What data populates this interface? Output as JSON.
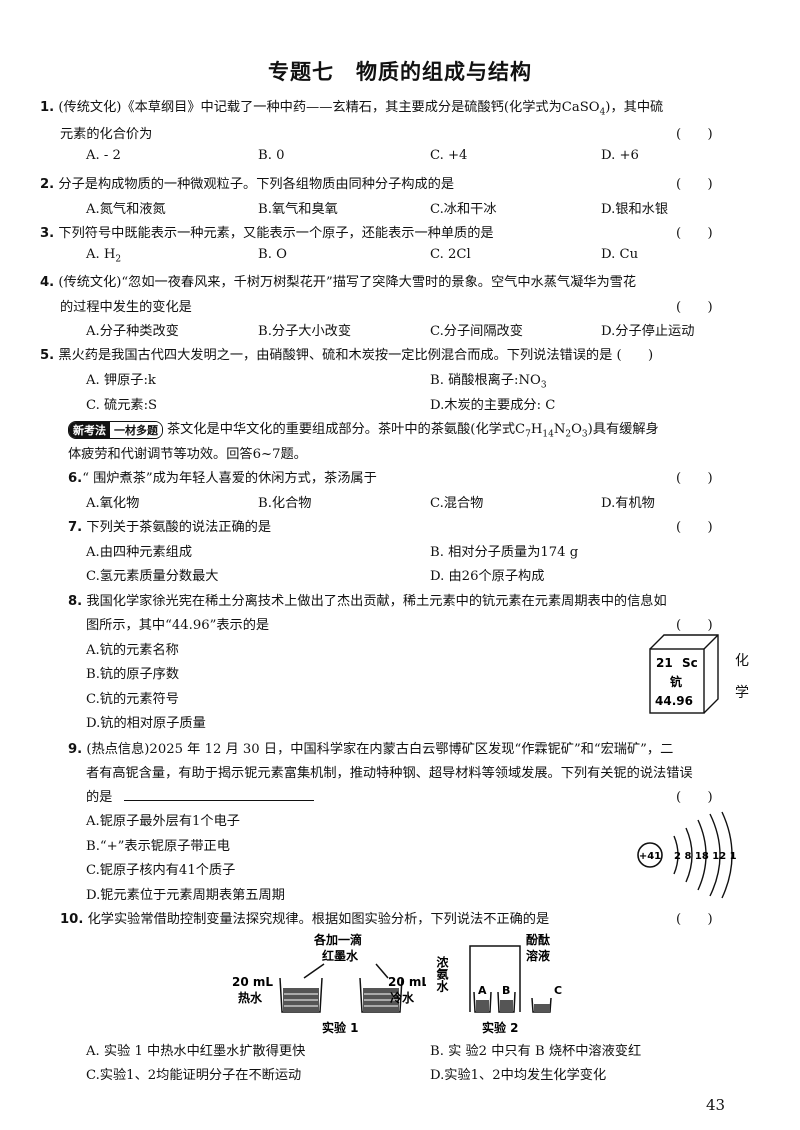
{
  "title": "专题七　物质的组成与结构",
  "paren": "(　　)",
  "q1": {
    "num": "1.",
    "line1": "(传统文化)《本草纲目》中记载了一种中药——玄精石，其主要成分是硫酸钙(化学式为CaSO",
    "sub": "4",
    "line1_end": ")，其中硫",
    "line2": "元素的化合价为",
    "options": [
      "A. - 2",
      "B.  0",
      "C.  +4",
      "D.  +6"
    ]
  },
  "q2": {
    "num": "2.",
    "text": "分子是构成物质的一种微观粒子。下列各组物质由同种分子构成的是",
    "options": [
      "A.氮气和液氮",
      "B.氧气和臭氧",
      "C.冰和干冰",
      "D.银和水银"
    ]
  },
  "q3": {
    "num": "3.",
    "text": "下列符号中既能表示一种元素，又能表示一个原子，还能表示一种单质的是",
    "options": [
      "A.  H",
      "B.  O",
      "C.  2Cl",
      "D.  Cu"
    ],
    "opt_a_sub": "2"
  },
  "q4": {
    "num": "4.",
    "line1": "(传统文化)“忽如一夜春风来，千树万树梨花开”描写了突降大雪时的景象。空气中水蒸气凝华为雪花",
    "line2": "的过程中发生的变化是",
    "options": [
      "A.分子种类改变",
      "B.分子大小改变",
      "C.分子间隔改变",
      "D.分子停止运动"
    ]
  },
  "q5": {
    "num": "5.",
    "text": "黑火药是我国古代四大发明之一，由硝酸钾、硫和木炭按一定比例混合而成。下列说法错误的是 (　　)",
    "options": [
      "A. 钾原子:k",
      "B.  硝酸根离子:NO",
      "C.  硫元素:S",
      "D.木炭的主要成分: C"
    ],
    "opt_b_sub": "3"
  },
  "shared": {
    "badge1": "新考法",
    "badge2": "一材多题",
    "line1": "茶文化是中华文化的重要组成部分。茶叶中的茶氨酸(化学式C",
    "f1": "7",
    "f_h": "H",
    "f2": "14",
    "f_n": "N",
    "f3": "2",
    "f_o": "O",
    "f4": "3",
    "line1_end": ")具有缓解身",
    "line2": "体疲劳和代谢调节等功效。回答6~7题。"
  },
  "q6": {
    "num": "6.",
    "text": "“ 围炉煮茶”成为年轻人喜爱的休闲方式，茶汤属于",
    "options": [
      "A.氧化物",
      "B.化合物",
      "C.混合物",
      "D.有机物"
    ]
  },
  "q7": {
    "num": "7.",
    "text": "下列关于茶氨酸的说法正确的是",
    "options": [
      "A.由四种元素组成",
      "B. 相对分子质量为174 g",
      "C.氢元素质量分数最大",
      "D.   由26个原子构成"
    ]
  },
  "q8": {
    "num": "8.",
    "line1": "我国化学家徐光宪在稀土分离技术上做出了杰出贡献，稀土元素中的钪元素在元素周期表中的信息如",
    "line2": "图所示，其中“44.96”表示的是",
    "options": [
      "A.钪的元素名称",
      "B.钪的原子序数",
      "C.钪的元素符号",
      "D.钪的相对原子质量"
    ],
    "element": {
      "number": "21",
      "symbol": "Sc",
      "name": "钪",
      "mass": "44.96"
    }
  },
  "q9": {
    "num": "9.",
    "line1": "(热点信息)2025 年 12 月 30 日，中国科学家在内蒙古白云鄂博矿区发现“作霖铌矿”和“宏瑞矿”，二",
    "line2": "者有高铌含量，有助于揭示铌元素富集机制，推动特种钢、超导材料等领域发展。下列有关铌的说法错误",
    "line3": "的是",
    "options": [
      "A.铌原子最外层有1个电子",
      "B.“+”表示铌原子带正电",
      "C.铌原子核内有41个质子",
      "D.铌元素位于元素周期表第五周期"
    ],
    "atom": {
      "nucleus": "+41",
      "shells": "2 8 18 12 1"
    }
  },
  "q10": {
    "num": "10.",
    "text": "化学实验常借助控制变量法探究规律。根据如图实验分析，下列说法不正确的是",
    "exp1": {
      "top1": "各加一滴",
      "top2": "红墨水",
      "left1": "20 mL",
      "left2": "热水",
      "right1": "20 mL",
      "right2": "冷水",
      "caption": "实验 1"
    },
    "exp2": {
      "left": "浓氨水",
      "top": "酚酞溶液",
      "a": "A",
      "b": "B",
      "c": "C",
      "caption": "实验 2"
    },
    "options": [
      "A. 实验 1 中热水中红墨水扩散得更快",
      "B. 实 验2 中只有 B 烧杯中溶液变红",
      "C.实验1、2均能证明分子在不断运动",
      "D.实验1、2中均发生化学变化"
    ]
  },
  "side_chars": [
    "化",
    "学"
  ],
  "page_number": "43"
}
